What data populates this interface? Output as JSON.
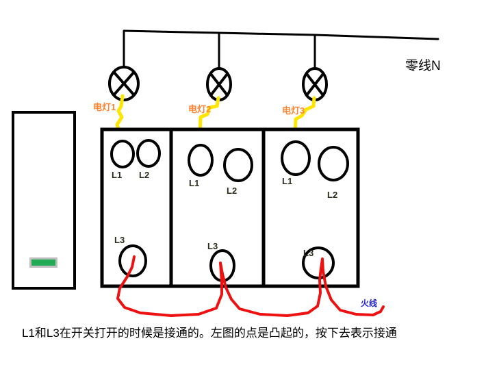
{
  "diagram": {
    "title_caption": "L1和L3在开关打开的时候是接通的。左图的点是凸起的，按下去表示接通",
    "neutral_label": "零线N",
    "live_label": "火线",
    "colors": {
      "wire_neutral": "#000000",
      "wire_lamp": "#ffe600",
      "wire_live": "#ee1111",
      "lamp_label": "#ff8533",
      "terminal_label": "#2b2b1e",
      "live_label": "#2222cc",
      "indicator_green": "#22aa55",
      "indicator_border": "#bfbfbf",
      "outline": "#000000",
      "background": "#ffffff"
    },
    "lamps": [
      {
        "label": "电灯1"
      },
      {
        "label": "电灯2"
      },
      {
        "label": "电灯3"
      }
    ],
    "switch_boxes": [
      {
        "name": "switch-box-1",
        "terminals": [
          {
            "label": "L1"
          },
          {
            "label": "L2"
          },
          {
            "label": "L3"
          }
        ]
      },
      {
        "name": "switch-box-2",
        "terminals": [
          {
            "label": "L1"
          },
          {
            "label": "L2"
          },
          {
            "label": "L3"
          }
        ]
      },
      {
        "name": "switch-box-3",
        "terminals": [
          {
            "label": "L1"
          },
          {
            "label": "L2"
          },
          {
            "label": "L3"
          }
        ]
      }
    ],
    "left_panel": {
      "name": "switch-plate",
      "indicator": "green-indicator-bar"
    }
  }
}
